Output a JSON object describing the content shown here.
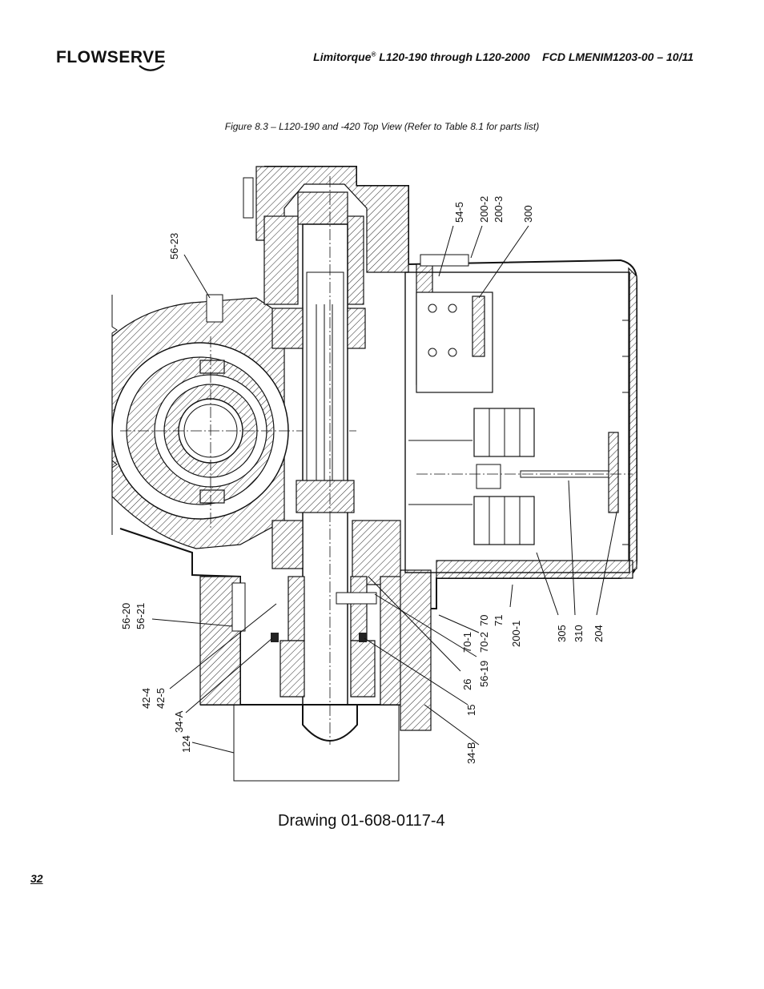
{
  "header": {
    "brand": "FLOWSERVE",
    "product": "Limitorque",
    "registered_mark": "®",
    "title_rest": " L120-190 through L120-2000",
    "document_code": "FCD LMENIM1203-00 – 10/11"
  },
  "figure": {
    "caption": "Figure 8.3 –  L120-190 and -420 Top View (Refer to Table 8.1 for parts list)",
    "drawing_number": "Drawing 01-608-0117-4",
    "callouts": {
      "c56_23": "56-23",
      "c54_5": "54-5",
      "c200_2": "200-2",
      "c200_3": "200-3",
      "c300": "300",
      "c56_20": "56-20",
      "c56_21": "56-21",
      "c42_4": "42-4",
      "c42_5": "42-5",
      "c34_A": "34-A",
      "c124": "124",
      "c26": "26",
      "c70_1": "70-1",
      "c70_2": "70-2",
      "c70": "70",
      "c71": "71",
      "c56_19": "56-19",
      "c15": "15",
      "c34_B": "34-B",
      "c200_1": "200-1",
      "c305": "305",
      "c310": "310",
      "c204": "204"
    }
  },
  "footer": {
    "page_number": "32"
  }
}
